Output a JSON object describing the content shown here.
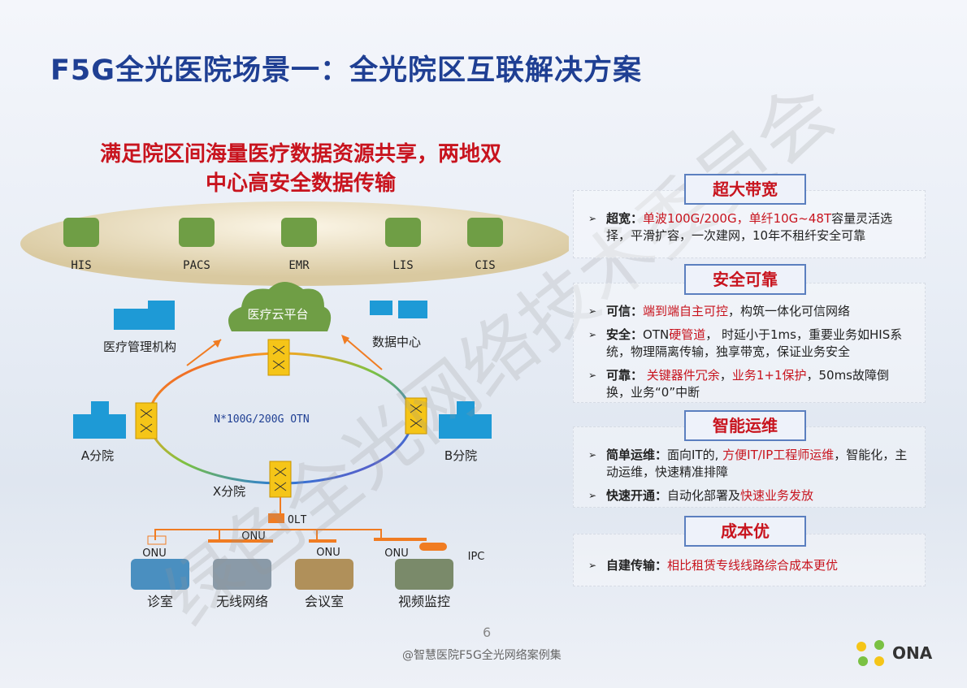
{
  "title": "F5G全光医院场景一：全光院区互联解决方案",
  "subtitle": {
    "line1": "满足院区间海量医疗数据资源共享，两地双",
    "line2": "中心高安全数据传输"
  },
  "watermark": "绿色全光网络技术委员会",
  "apps": [
    {
      "label": "HIS",
      "icon": "server-icon"
    },
    {
      "label": "PACS",
      "icon": "document-stack-icon"
    },
    {
      "label": "EMR",
      "icon": "monitor-record-icon"
    },
    {
      "label": "LIS",
      "icon": "layers-icon"
    },
    {
      "label": "CIS",
      "icon": "cube-icon"
    }
  ],
  "diagram": {
    "cloud": "医疗云平台",
    "mgmt": "医疗管理机构",
    "datacenter": "数据中心",
    "ring": "N*100G/200G OTN",
    "branch_a": "A分院",
    "branch_b": "B分院",
    "branch_x": "X分院",
    "olt": "OLT",
    "onu": "ONU",
    "ipc": "IPC",
    "endpoints": [
      {
        "label": "诊室"
      },
      {
        "label": "无线网络"
      },
      {
        "label": "会议室"
      },
      {
        "label": "视频监控"
      }
    ]
  },
  "panels": [
    {
      "header": "超大带宽",
      "items": [
        {
          "key": "超宽",
          "parts": [
            {
              "t": "单波100G/200G，单纤10G~48T",
              "red": true
            },
            {
              "t": "容量灵活选择，平滑扩容，一次建网，10年不租纤安全可靠",
              "red": false
            }
          ]
        }
      ]
    },
    {
      "header": "安全可靠",
      "items": [
        {
          "key": "可信",
          "parts": [
            {
              "t": "端到端自主可控",
              "red": true
            },
            {
              "t": "，构筑一体化可信网络",
              "red": false
            }
          ]
        },
        {
          "key": "安全",
          "parts": [
            {
              "t": "OTN",
              "red": false
            },
            {
              "t": "硬管道",
              "red": true
            },
            {
              "t": "， 时延小于1ms，重要业务如HIS系统，物理隔离传输，独享带宽，保证业务安全",
              "red": false
            }
          ]
        },
        {
          "key": "可靠",
          "parts": [
            {
              "t": " 关键器件冗余",
              "red": true
            },
            {
              "t": "，",
              "red": false
            },
            {
              "t": "业务1+1保护",
              "red": true
            },
            {
              "t": "，50ms故障倒换，业务“0”中断",
              "red": false
            }
          ]
        }
      ]
    },
    {
      "header": "智能运维",
      "items": [
        {
          "key": "简单运维",
          "parts": [
            {
              "t": "面向IT的, ",
              "red": false
            },
            {
              "t": "方便IT/IP工程师运维",
              "red": true
            },
            {
              "t": "，智能化，主动运维，快速精准排障",
              "red": false
            }
          ]
        },
        {
          "key": "快速开通",
          "parts": [
            {
              "t": "自动化部署及",
              "red": false
            },
            {
              "t": "快速业务发放",
              "red": true
            }
          ]
        }
      ]
    },
    {
      "header": "成本优",
      "items": [
        {
          "key": "自建传输",
          "parts": [
            {
              "t": "相比租赁专线线路综合成本更优",
              "red": true
            }
          ]
        }
      ]
    }
  ],
  "page_number": "6",
  "footer": "@智慧医院F5G全光网络案例集",
  "logo": "ONA",
  "colors": {
    "title": "#1f3f93",
    "accent_red": "#c8141e",
    "orange": "#f07c22",
    "node_yellow": "#f5c518"
  }
}
